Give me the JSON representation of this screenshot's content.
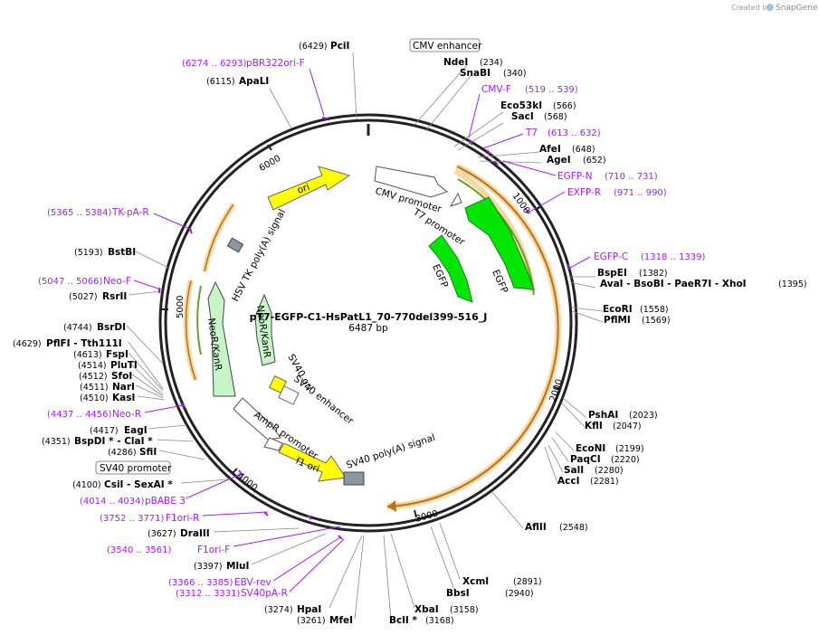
{
  "credit": {
    "prefix": "Created by",
    "brand": "SnapGene"
  },
  "plasmid": {
    "name": "pT7-EGFP-C1-HsPatL1_70-770del399-516_J",
    "size": "6487 bp"
  },
  "ticks": [
    "1000",
    "2000",
    "3000",
    "4000",
    "5000",
    "6000"
  ],
  "features": [
    {
      "label": "CMV enhancer",
      "boxed": true
    },
    {
      "label": "CMV promoter"
    },
    {
      "label": "T7 promoter"
    },
    {
      "label": "EGFP"
    },
    {
      "label": "EGFP"
    },
    {
      "label": "ori"
    },
    {
      "label": "HSV TK poly(A) signal"
    },
    {
      "label": "NeoR/KanR"
    },
    {
      "label": "NeoR/KanR"
    },
    {
      "label": "SV40 ori"
    },
    {
      "label": "SV40 enhancer"
    },
    {
      "label": "AmpR promoter"
    },
    {
      "label": "f1 ori"
    },
    {
      "label": "SV40 poly(A) signal"
    },
    {
      "label": "SV40 promoter",
      "boxed": true
    }
  ],
  "enzymes": [
    {
      "pos": "(6429)",
      "name": "PciI"
    },
    {
      "pos": "(6115)",
      "name": "ApaLI"
    },
    {
      "pos": "(234)",
      "name": "NdeI"
    },
    {
      "pos": "(340)",
      "name": "SnaBI"
    },
    {
      "pos": "(566)",
      "name": "Eco53kI"
    },
    {
      "pos": "(568)",
      "name": "SacI"
    },
    {
      "pos": "(648)",
      "name": "AfeI"
    },
    {
      "pos": "(652)",
      "name": "AgeI"
    },
    {
      "pos": "(1382)",
      "name": "BspEI"
    },
    {
      "pos": "(1395)",
      "name": "AvaI  - BsoBI  - PaeR7I  - XhoI"
    },
    {
      "pos": "(1558)",
      "name": "EcoRI"
    },
    {
      "pos": "(1569)",
      "name": "PflMI"
    },
    {
      "pos": "(2023)",
      "name": "PshAI"
    },
    {
      "pos": "(2047)",
      "name": "KflI"
    },
    {
      "pos": "(2199)",
      "name": "EcoNI"
    },
    {
      "pos": "(2220)",
      "name": "PaqCI"
    },
    {
      "pos": "(2280)",
      "name": "SalI"
    },
    {
      "pos": "(2281)",
      "name": "AccI"
    },
    {
      "pos": "(2548)",
      "name": "AflII"
    },
    {
      "pos": "(2891)",
      "name": "XcmI"
    },
    {
      "pos": "(2940)",
      "name": "BbsI"
    },
    {
      "pos": "(3158)",
      "name": "XbaI"
    },
    {
      "pos": "(3168)",
      "name": "BclI *"
    },
    {
      "pos": "(3274)",
      "name": "HpaI"
    },
    {
      "pos": "(3261)",
      "name": "MfeI"
    },
    {
      "pos": "(3397)",
      "name": "MluI"
    },
    {
      "pos": "(3627)",
      "name": "DraIII"
    },
    {
      "pos": "(4100)",
      "name": "CsiI  - SexAI *"
    },
    {
      "pos": "(4286)",
      "name": "SfiI"
    },
    {
      "pos": "(4351)",
      "name": "BspDI *  - ClaI *"
    },
    {
      "pos": "(4417)",
      "name": "EagI"
    },
    {
      "pos": "(4510)",
      "name": "KasI"
    },
    {
      "pos": "(4511)",
      "name": "NarI"
    },
    {
      "pos": "(4512)",
      "name": "SfoI"
    },
    {
      "pos": "(4514)",
      "name": "PluTI"
    },
    {
      "pos": "(4613)",
      "name": "FspI"
    },
    {
      "pos": "(4629)",
      "name": "PflFI  - Tth111I"
    },
    {
      "pos": "(4744)",
      "name": "BsrDI"
    },
    {
      "pos": "(5027)",
      "name": "RsrII"
    },
    {
      "pos": "(5193)",
      "name": "BstBI"
    }
  ],
  "primers": [
    {
      "pos": "(6274 .. 6293)",
      "name": "pBR322ori-F"
    },
    {
      "pos": "(519 .. 539)",
      "name": "CMV-F"
    },
    {
      "pos": "(613 .. 632)",
      "name": "T7"
    },
    {
      "pos": "(710 .. 731)",
      "name": "EGFP-N"
    },
    {
      "pos": "(971 .. 990)",
      "name": "EXFP-R"
    },
    {
      "pos": "(1318 .. 1339)",
      "name": "EGFP-C"
    },
    {
      "pos": "(5365 .. 5384)",
      "name": "TK-pA-R"
    },
    {
      "pos": "(5047 .. 5066)",
      "name": "Neo-F"
    },
    {
      "pos": "(4437 .. 4456)",
      "name": "Neo-R"
    },
    {
      "pos": "(4014 .. 4034)",
      "name": "pBABE 3'"
    },
    {
      "pos": "(3752 .. 3771)",
      "name": "F1ori-R"
    },
    {
      "pos": "(3540 .. 3561)",
      "name": "F1ori-F"
    },
    {
      "pos": "(3366 .. 3385)",
      "name": "EBV-rev"
    },
    {
      "pos": "(3312 .. 3331)",
      "name": "SV40pA-R"
    }
  ],
  "colors": {
    "backbone": "#222222",
    "primer": "#a020f0",
    "cds_green": "#00e600",
    "neo_light": "#c8f5c8",
    "ori_yellow": "#ffff00",
    "orf_orange": "#f5a623",
    "grey_feature": "#8c969e",
    "promoter_white": "#ffffff"
  }
}
